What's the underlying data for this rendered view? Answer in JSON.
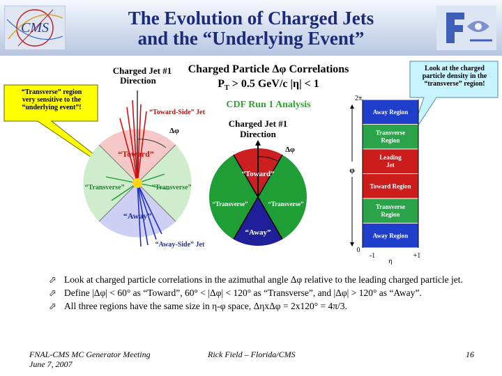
{
  "slide": {
    "title_line1": "The Evolution of Charged Jets",
    "title_line2": "and the “Underlying Event”",
    "logos": {
      "left": "cms-logo",
      "right": "fermilab-logo"
    }
  },
  "callouts": {
    "left_line1": "“Transverse” region",
    "left_line2": "very sensitive to the",
    "left_line3": "“underlying event”!",
    "right_line1": "Look at the charged",
    "right_line2": "particle density in the",
    "right_line3": "“transverse” region!"
  },
  "center": {
    "heading": "Charged Particle Δφ Correlations",
    "subheading": "P",
    "subheading_sub": "T",
    "subheading_rest": " > 0.5 GeV/c |η| < 1",
    "run_label": "CDF Run 1 Analysis"
  },
  "left_diagram": {
    "jet_label_line1": "Charged Jet #1",
    "jet_label_line2": "Direction",
    "toward_side_jet": "“Toward-Side” Jet",
    "away_side_jet": "“Away-Side” Jet",
    "delta_phi": "Δφ",
    "toward": "“Toward”",
    "transverse_left": "“Transverse”",
    "transverse_right": "“Transverse”",
    "away": "“Away”"
  },
  "pie_diagram": {
    "jet_label_line1": "Charged Jet #1",
    "jet_label_line2": "Direction",
    "delta_phi": "Δφ",
    "toward": "“Toward”",
    "transverse_left": "“Transverse”",
    "transverse_right": "“Transverse”",
    "away": "“Away”",
    "colors": {
      "toward": "#cc1f1f",
      "transverse": "#1e9e34",
      "away": "#1f1f99"
    }
  },
  "eta_phi_plot": {
    "y_top": "2π",
    "y_bottom": "0",
    "y_axis_label": "φ",
    "x_left": "-1",
    "x_right": "+1",
    "x_axis_label": "η",
    "regions": [
      {
        "line1": "Away Region",
        "line2": "",
        "color": "#1f3ec9"
      },
      {
        "line1": "Transverse",
        "line2": "Region",
        "color": "#2aa34a"
      },
      {
        "line1": "Leading",
        "line2": "Jet",
        "color": "#cc1c1c"
      },
      {
        "line1": "Toward Region",
        "line2": "",
        "color": "#cc1c1c"
      },
      {
        "line1": "Transverse",
        "line2": "Region",
        "color": "#2aa34a"
      },
      {
        "line1": "Away Region",
        "line2": "",
        "color": "#1f3ec9"
      }
    ]
  },
  "bullets": [
    {
      "text": "Look at charged particle correlations in the azimuthal angle Δφ relative to the leading charged particle jet."
    },
    {
      "text": "Define |Δφ| < 60° as “Toward”, 60° < |Δφ| < 120° as “Transverse”, and |Δφ| > 120° as “Away”."
    },
    {
      "text": "All three regions have the same size in η-φ space, ΔηxΔφ = 2x120° = 4π/3."
    }
  ],
  "footer": {
    "meeting_line1": "FNAL-CMS MC Generator Meeting",
    "meeting_line2": "June 7, 2007",
    "author": "Rick Field – Florida/CMS",
    "page": "16"
  }
}
